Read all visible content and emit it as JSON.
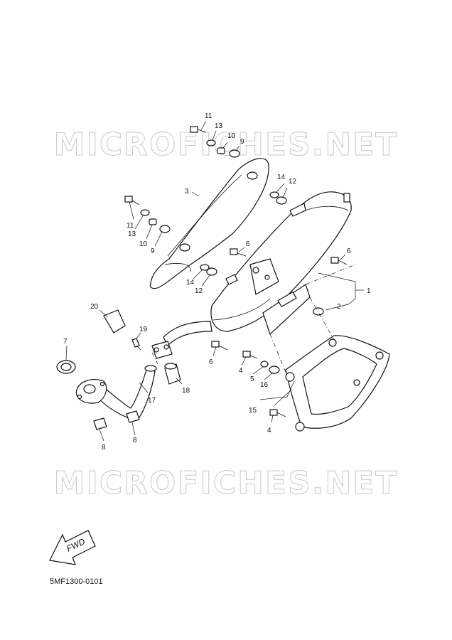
{
  "watermark": "MICROFICHES.NET",
  "diagram_code": "5MF1300-0101",
  "fwd_label": "FWD",
  "callouts": [
    {
      "id": "c1",
      "text": "1"
    },
    {
      "id": "c2",
      "text": "2"
    },
    {
      "id": "c3",
      "text": "3"
    },
    {
      "id": "c4a",
      "text": "4"
    },
    {
      "id": "c4b",
      "text": "4"
    },
    {
      "id": "c5",
      "text": "5"
    },
    {
      "id": "c6a",
      "text": "6"
    },
    {
      "id": "c6b",
      "text": "6"
    },
    {
      "id": "c6c",
      "text": "6"
    },
    {
      "id": "c7",
      "text": "7"
    },
    {
      "id": "c8a",
      "text": "8"
    },
    {
      "id": "c8b",
      "text": "8"
    },
    {
      "id": "c9a",
      "text": "9"
    },
    {
      "id": "c9b",
      "text": "9"
    },
    {
      "id": "c10a",
      "text": "10"
    },
    {
      "id": "c10b",
      "text": "10"
    },
    {
      "id": "c11a",
      "text": "11"
    },
    {
      "id": "c11b",
      "text": "11"
    },
    {
      "id": "c12a",
      "text": "12"
    },
    {
      "id": "c12b",
      "text": "12"
    },
    {
      "id": "c13a",
      "text": "13"
    },
    {
      "id": "c13b",
      "text": "13"
    },
    {
      "id": "c14a",
      "text": "14"
    },
    {
      "id": "c14b",
      "text": "14"
    },
    {
      "id": "c15",
      "text": "15"
    },
    {
      "id": "c16",
      "text": "16"
    },
    {
      "id": "c17",
      "text": "17"
    },
    {
      "id": "c18",
      "text": "18"
    },
    {
      "id": "c19",
      "text": "19"
    },
    {
      "id": "c20",
      "text": "20"
    }
  ]
}
